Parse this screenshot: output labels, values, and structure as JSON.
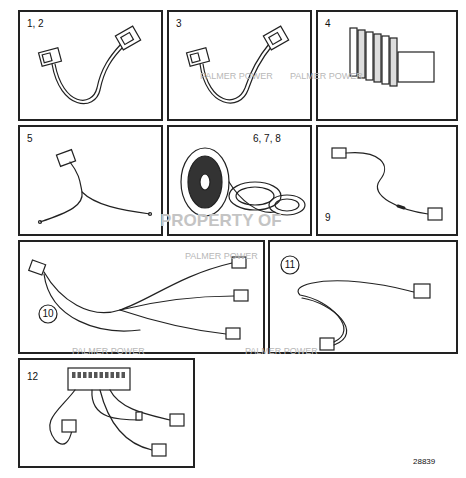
{
  "diagram": {
    "nodes": [
      {
        "text": [
          "1, 2"
        ]
      },
      {
        "text": [
          "3"
        ]
      },
      {
        "text": [
          "4"
        ]
      },
      {
        "text": [
          "5"
        ]
      },
      {
        "text": [
          "6, 7, 8"
        ]
      },
      {
        "text": [
          "9"
        ]
      },
      {
        "text": [
          "10"
        ]
      },
      {
        "text": [
          "11"
        ]
      },
      {
        "text": [
          "12"
        ]
      }
    ],
    "labels": [
      "PALMER POWER",
      "PALMER POWER",
      "PROPERTY OF",
      "PALMER POWER",
      "PALMER POWER",
      "PALMER POWER",
      "28839"
    ]
  }
}
